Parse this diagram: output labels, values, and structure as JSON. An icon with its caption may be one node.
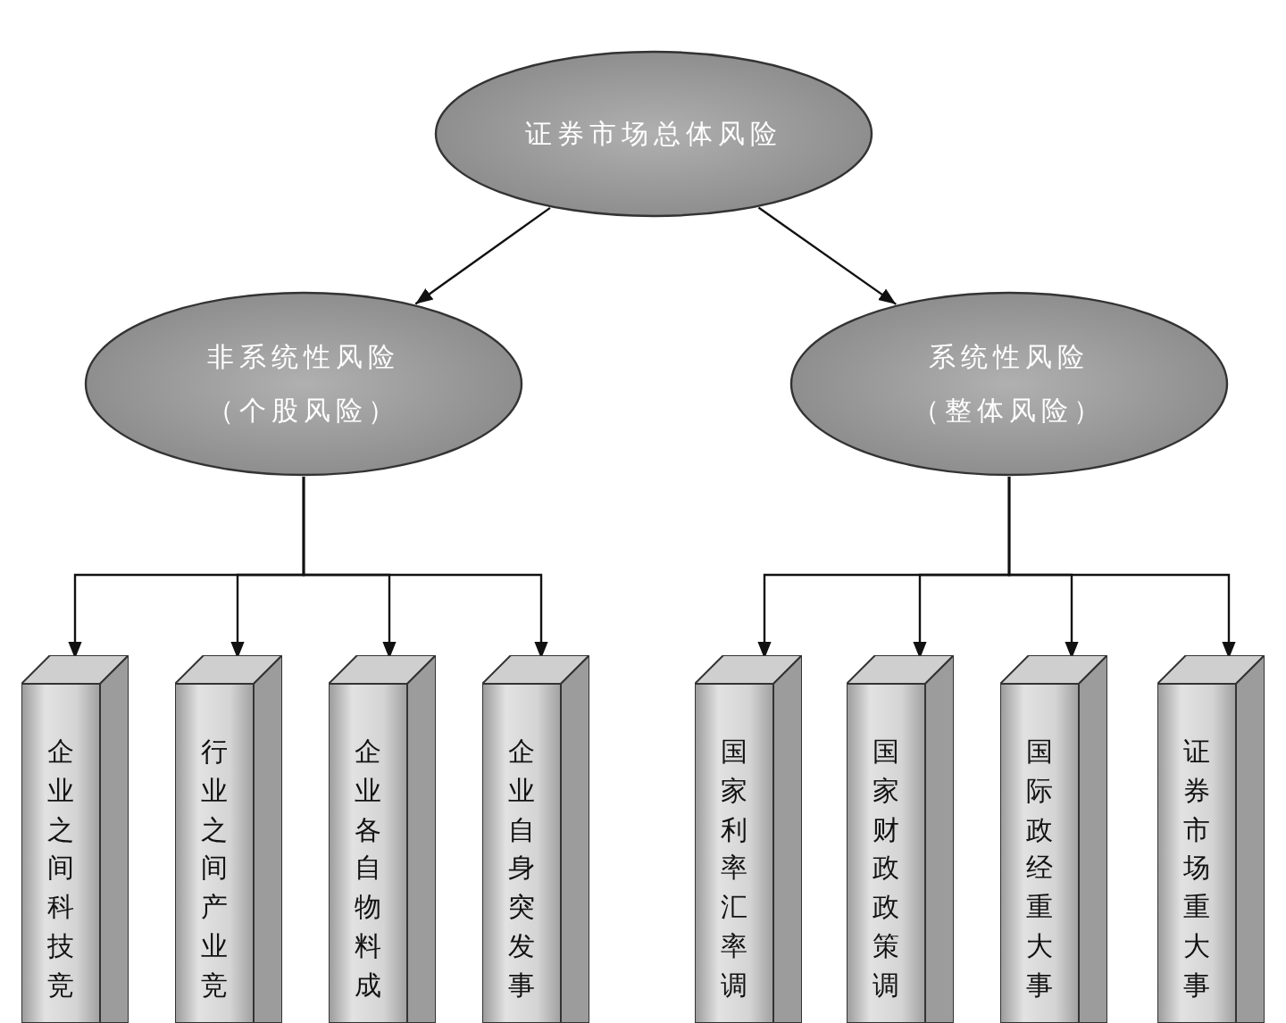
{
  "diagram": {
    "nodes": [
      {
        "text": [
          "证券市场总体风险"
        ]
      },
      {
        "text": [
          "非系统性风险",
          "（个股风险）"
        ]
      },
      {
        "text": [
          "系统性风险",
          "（整体风险）"
        ]
      },
      {
        "text": [
          "企业之间科技竞"
        ]
      },
      {
        "text": [
          "行业之间产业竞"
        ]
      },
      {
        "text": [
          "企业各自物料成"
        ]
      },
      {
        "text": [
          "企业自身突发事"
        ]
      },
      {
        "text": [
          "国家利率汇率调"
        ]
      },
      {
        "text": [
          "国家财政政策调"
        ]
      },
      {
        "text": [
          "国际政经重大事"
        ]
      },
      {
        "text": [
          "证券市场重大事"
        ]
      }
    ],
    "edges": [
      {
        "from": 0,
        "to": 1,
        "arrow": "to"
      },
      {
        "from": 0,
        "to": 2,
        "arrow": "to"
      },
      {
        "from": 1,
        "to": 3,
        "arrow": "to"
      },
      {
        "from": 1,
        "to": 4,
        "arrow": "to"
      },
      {
        "from": 1,
        "to": 5,
        "arrow": "to"
      },
      {
        "from": 1,
        "to": 6,
        "arrow": "to"
      },
      {
        "from": 2,
        "to": 7,
        "arrow": "to"
      },
      {
        "from": 2,
        "to": 8,
        "arrow": "to"
      },
      {
        "from": 2,
        "to": 9,
        "arrow": "to"
      },
      {
        "from": 2,
        "to": 10,
        "arrow": "to"
      }
    ]
  }
}
